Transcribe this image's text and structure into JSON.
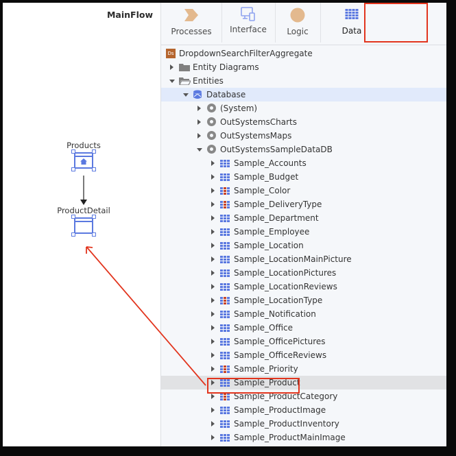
{
  "canvas": {
    "flow_title": "MainFlow",
    "nodes": [
      {
        "label": "Products",
        "type": "home-screen"
      },
      {
        "label": "ProductDetail",
        "type": "screen"
      }
    ]
  },
  "tabs": [
    {
      "label": "Processes",
      "icon": "processes-chevron-icon"
    },
    {
      "label": "Interface",
      "icon": "interface-devices-icon"
    },
    {
      "label": "Logic",
      "icon": "logic-circle-icon"
    },
    {
      "label": "Data",
      "icon": "data-grid-icon",
      "active": true
    }
  ],
  "tree": {
    "root": {
      "label": "DropdownSearchFilterAggregate",
      "badge": "Ds"
    },
    "entity_diagrams": "Entity Diagrams",
    "entities": "Entities",
    "database": "Database",
    "modules": [
      {
        "label": "(System)",
        "expanded": false
      },
      {
        "label": "OutSystemsCharts",
        "expanded": false
      },
      {
        "label": "OutSystemsMaps",
        "expanded": false
      },
      {
        "label": "OutSystemsSampleDataDB",
        "expanded": true
      }
    ],
    "entity_list": [
      {
        "label": "Sample_Accounts",
        "static": false
      },
      {
        "label": "Sample_Budget",
        "static": false
      },
      {
        "label": "Sample_Color",
        "static": true
      },
      {
        "label": "Sample_DeliveryType",
        "static": true
      },
      {
        "label": "Sample_Department",
        "static": false
      },
      {
        "label": "Sample_Employee",
        "static": false
      },
      {
        "label": "Sample_Location",
        "static": false
      },
      {
        "label": "Sample_LocationMainPicture",
        "static": false
      },
      {
        "label": "Sample_LocationPictures",
        "static": false
      },
      {
        "label": "Sample_LocationReviews",
        "static": false
      },
      {
        "label": "Sample_LocationType",
        "static": true
      },
      {
        "label": "Sample_Notification",
        "static": false
      },
      {
        "label": "Sample_Office",
        "static": false
      },
      {
        "label": "Sample_OfficePictures",
        "static": false
      },
      {
        "label": "Sample_OfficeReviews",
        "static": false
      },
      {
        "label": "Sample_Priority",
        "static": true
      },
      {
        "label": "Sample_Product",
        "static": false,
        "highlighted": true
      },
      {
        "label": "Sample_ProductCategory",
        "static": true
      },
      {
        "label": "Sample_ProductImage",
        "static": false
      },
      {
        "label": "Sample_ProductInventory",
        "static": false
      },
      {
        "label": "Sample_ProductMainImage",
        "static": false
      }
    ]
  },
  "colors": {
    "accent_blue": "#5b79e0",
    "annotation_red": "#e2341d",
    "static_entity_red": "#c8452a",
    "selected_row": "#e1eafb",
    "hover_row": "#e1e2e4",
    "ds_badge": "#b5652e",
    "tab_icon_tan": "#e3b98e"
  }
}
